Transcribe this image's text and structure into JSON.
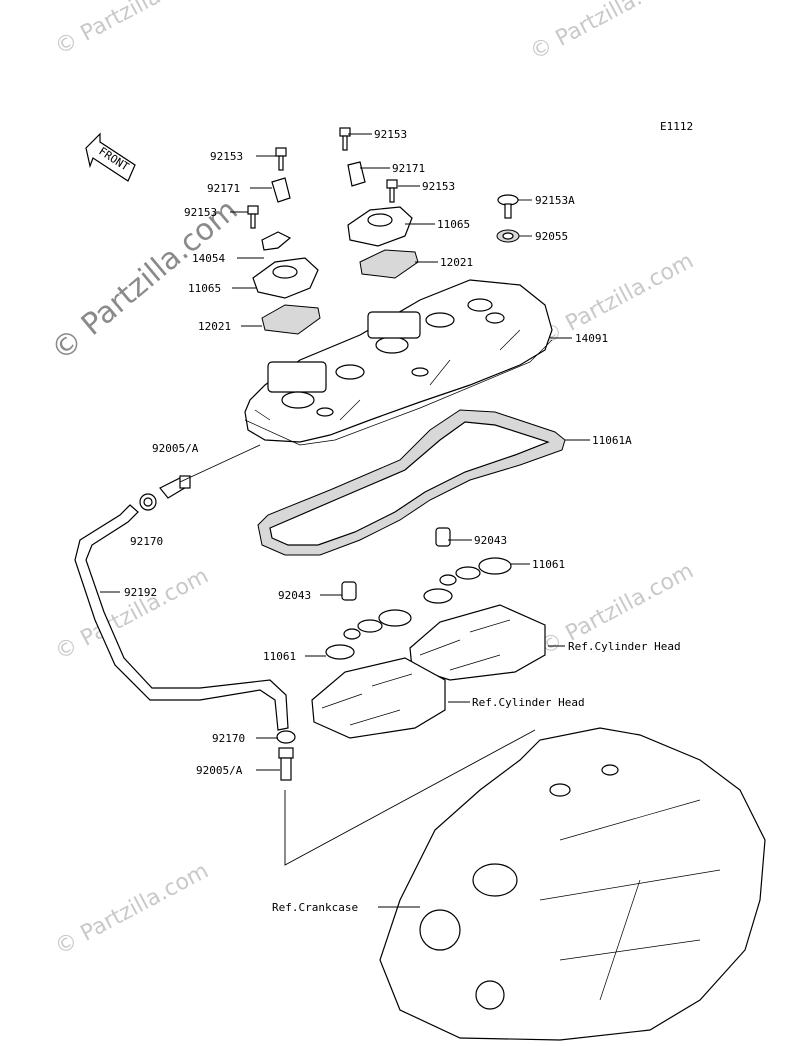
{
  "diagram_code": "E1112",
  "front_label": "FRONT",
  "watermarks": {
    "small": "© Partzilla.com",
    "large": "© Partzilla.com"
  },
  "callouts": {
    "c92153_top": "92153",
    "c92171_top": "92171",
    "c92153_mid": "92153",
    "c11065_right": "11065",
    "c12021_right": "12021",
    "c92153A": "92153A",
    "c92055": "92055",
    "c14091": "14091",
    "c92153_l1": "92153",
    "c92171_l": "92171",
    "c92153_l2": "92153",
    "c14054": "14054",
    "c11065_left": "11065",
    "c12021_left": "12021",
    "c92005A_top": "92005/A",
    "c11061A": "11061A",
    "c92170_top": "92170",
    "c92043_right": "92043",
    "c11061_right": "11061",
    "c92192": "92192",
    "c92043_left": "92043",
    "c11061_left": "11061",
    "ref_cyl_head_1": "Ref.Cylinder Head",
    "ref_cyl_head_2": "Ref.Cylinder Head",
    "c92170_bottom": "92170",
    "c92005A_bottom": "92005/A",
    "ref_crankcase": "Ref.Crankcase"
  }
}
